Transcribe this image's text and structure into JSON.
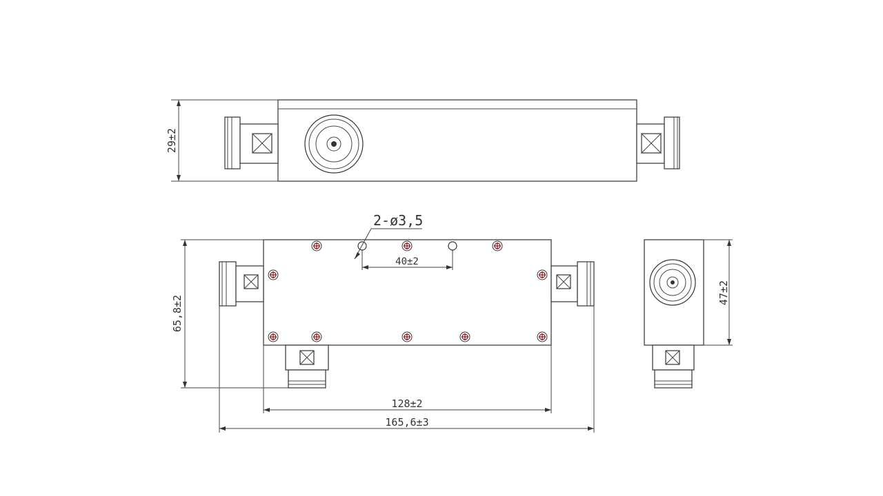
{
  "dimensions": {
    "height_top_view": "29±2",
    "height_front_view": "65,8±2",
    "height_side_view": "47±2",
    "hole_spacing": "40±2",
    "body_length": "128±2",
    "overall_length": "165,6±3",
    "hole_callout": "2-ø3,5"
  },
  "colors": {
    "line": "#333333",
    "screw_accent": "#8b1a1a",
    "background": "#ffffff"
  }
}
